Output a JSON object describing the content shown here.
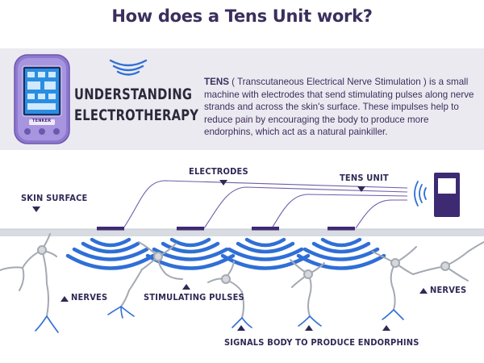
{
  "title": "How does a Tens Unit work?",
  "heading": {
    "line1": "UNDERSTANDING",
    "line2": "ELECTROTHERAPY"
  },
  "description": {
    "term": "TENS",
    "body": " ( Transcutaneous Electrical Nerve Stimulation ) is a small machine with electrodes that send stimulating pulses along nerve strands and across the skin's surface. These impulses help to reduce pain by encouraging the body to produce more endorphins, which act as a natural painkiller."
  },
  "device": {
    "brand": "TENKER"
  },
  "labels": {
    "electrodes": "ELECTRODES",
    "tens_unit": "TENS UNIT",
    "skin_surface": "SKIN SURFACE",
    "nerves_left": "NERVES",
    "nerves_right": "NERVES",
    "stimulating_pulses": "STIMULATING PULSES",
    "signals": "SIGNALS BODY TO PRODUCE ENDORPHINS"
  },
  "colors": {
    "title": "#3a2f5c",
    "band": "#eceaf1",
    "accent_purple": "#3d2a73",
    "device_purple": "#9b86d6",
    "pulse_blue": "#2f6fd6",
    "skin": "#d9dbe2",
    "nerve": "#9aa0aa"
  }
}
